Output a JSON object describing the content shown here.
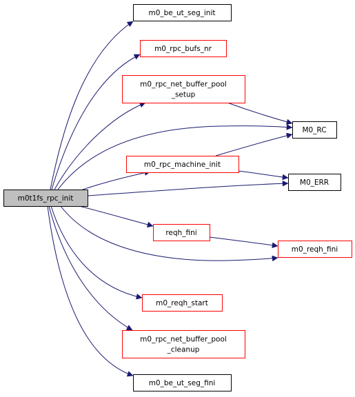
{
  "graph": {
    "root": "m0t1fs_rpc_init",
    "nodes": [
      {
        "id": "root",
        "lines": [
          "m0t1fs_rpc_init"
        ],
        "border": "#000000",
        "fill": "#bfbfbf",
        "link": false
      },
      {
        "id": "be_ut_seg_init",
        "lines": [
          "m0_be_ut_seg_init"
        ],
        "border": "#000000",
        "fill": "#ffffff",
        "link": true
      },
      {
        "id": "rpc_bufs_nr",
        "lines": [
          "m0_rpc_bufs_nr"
        ],
        "border": "#ff0000",
        "fill": "#ffffff",
        "link": true
      },
      {
        "id": "rpc_net_buffer_pool_setup",
        "lines": [
          "m0_rpc_net_buffer_pool",
          "_setup"
        ],
        "border": "#ff0000",
        "fill": "#ffffff",
        "link": true
      },
      {
        "id": "m0_rc",
        "lines": [
          "M0_RC"
        ],
        "border": "#000000",
        "fill": "#ffffff",
        "link": true
      },
      {
        "id": "rpc_machine_init",
        "lines": [
          "m0_rpc_machine_init"
        ],
        "border": "#ff0000",
        "fill": "#ffffff",
        "link": true
      },
      {
        "id": "m0_err",
        "lines": [
          "M0_ERR"
        ],
        "border": "#000000",
        "fill": "#ffffff",
        "link": true
      },
      {
        "id": "reqh_fini",
        "lines": [
          "reqh_fini"
        ],
        "border": "#ff0000",
        "fill": "#ffffff",
        "link": true
      },
      {
        "id": "m0_reqh_fini",
        "lines": [
          "m0_reqh_fini"
        ],
        "border": "#ff0000",
        "fill": "#ffffff",
        "link": true
      },
      {
        "id": "m0_reqh_start",
        "lines": [
          "m0_reqh_start"
        ],
        "border": "#ff0000",
        "fill": "#ffffff",
        "link": true
      },
      {
        "id": "rpc_net_buffer_pool_cleanup",
        "lines": [
          "m0_rpc_net_buffer_pool",
          "_cleanup"
        ],
        "border": "#ff0000",
        "fill": "#ffffff",
        "link": true
      },
      {
        "id": "be_ut_seg_fini",
        "lines": [
          "m0_be_ut_seg_fini"
        ],
        "border": "#000000",
        "fill": "#ffffff",
        "link": true
      }
    ],
    "edges": [
      {
        "from": "root",
        "to": "be_ut_seg_init"
      },
      {
        "from": "root",
        "to": "rpc_bufs_nr"
      },
      {
        "from": "root",
        "to": "rpc_net_buffer_pool_setup"
      },
      {
        "from": "root",
        "to": "m0_rc"
      },
      {
        "from": "root",
        "to": "rpc_machine_init"
      },
      {
        "from": "root",
        "to": "m0_err"
      },
      {
        "from": "root",
        "to": "reqh_fini"
      },
      {
        "from": "root",
        "to": "m0_reqh_fini"
      },
      {
        "from": "root",
        "to": "m0_reqh_start"
      },
      {
        "from": "root",
        "to": "rpc_net_buffer_pool_cleanup"
      },
      {
        "from": "root",
        "to": "be_ut_seg_fini"
      },
      {
        "from": "rpc_net_buffer_pool_setup",
        "to": "m0_rc"
      },
      {
        "from": "rpc_machine_init",
        "to": "m0_rc"
      },
      {
        "from": "rpc_machine_init",
        "to": "m0_err"
      },
      {
        "from": "reqh_fini",
        "to": "m0_reqh_fini"
      }
    ],
    "edge_color": "#191970"
  }
}
